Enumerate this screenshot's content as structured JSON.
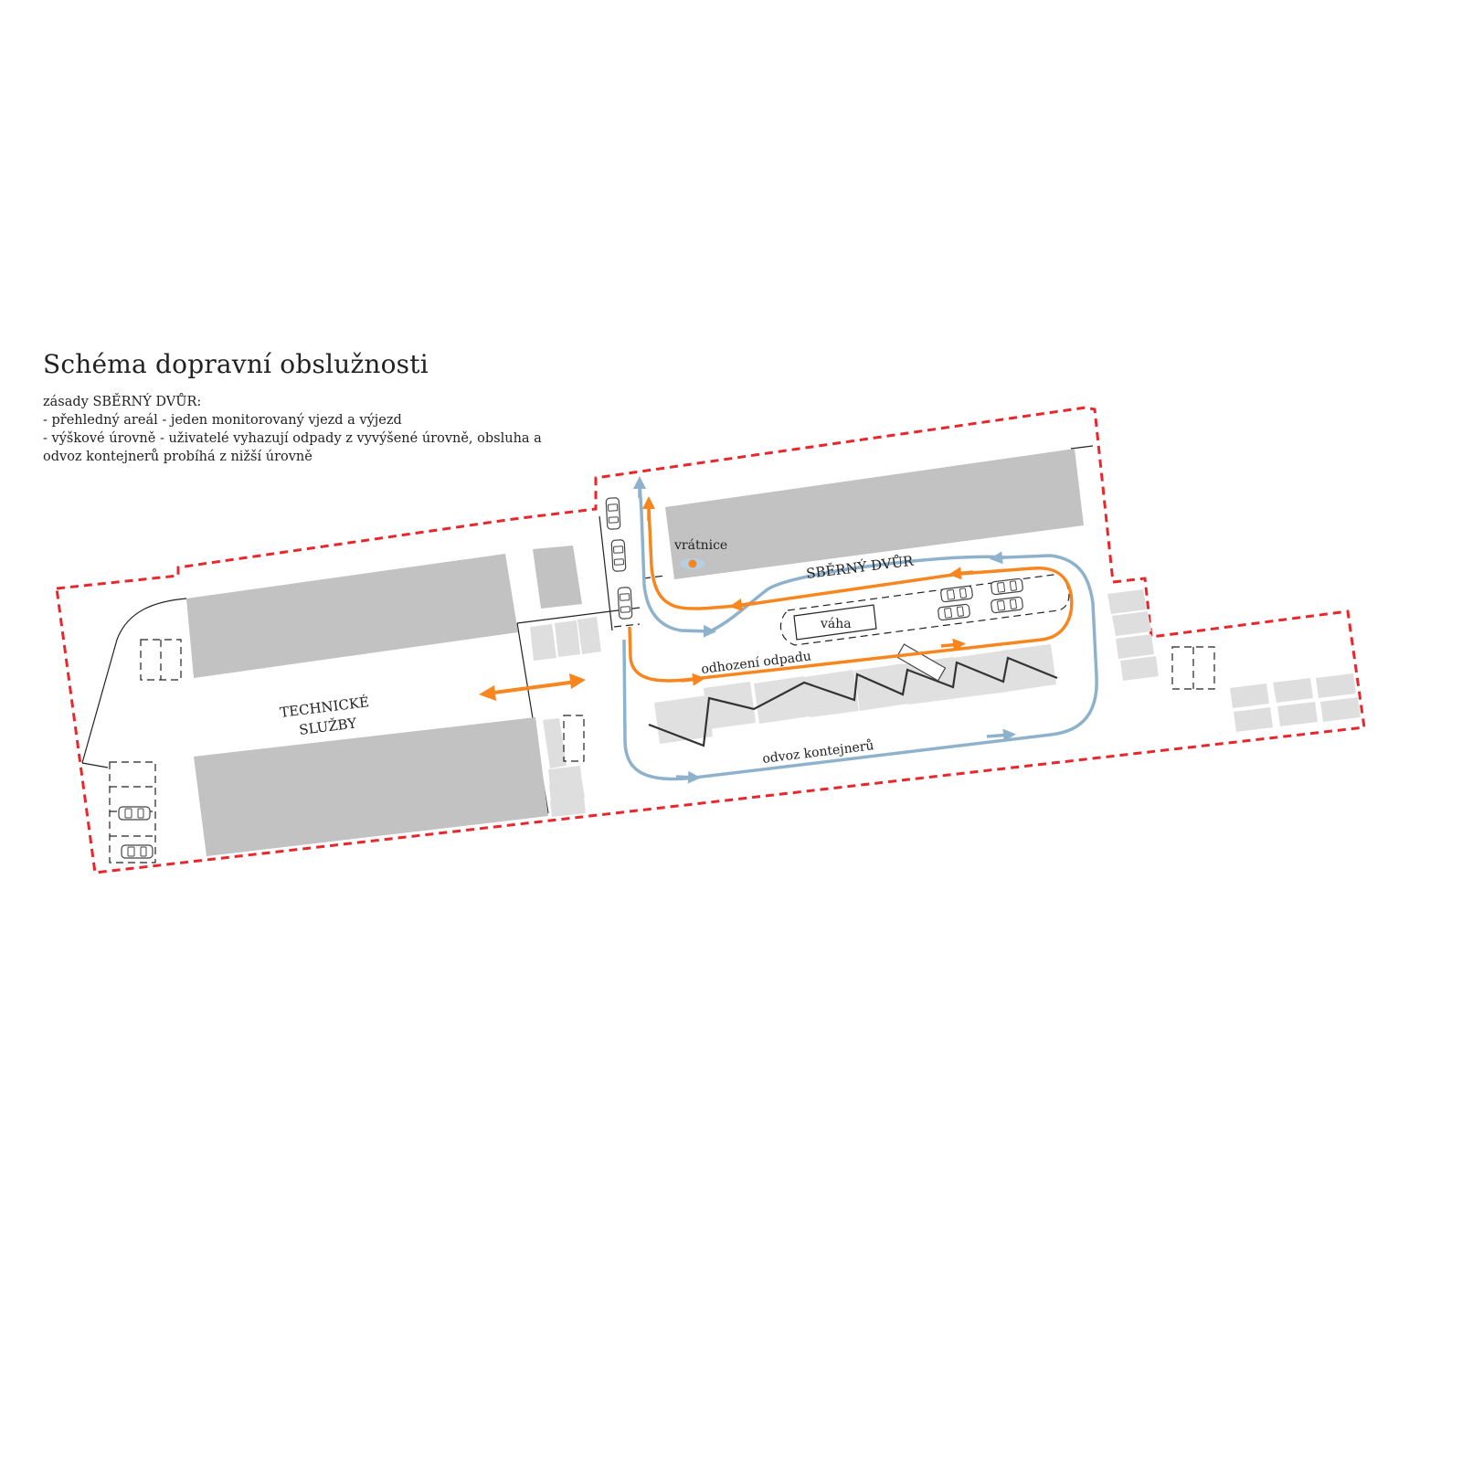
{
  "title": "Schéma dopravní obslužnosti",
  "notes": [
    "zásady SBĚRNÝ DVŮR:",
    "- přehledný areál - jeden monitorovaný vjezd a výjezd",
    "- výškové úrovně - uživatelé vyhazují odpady z vyvýšené úrovně, obsluha a",
    "odvoz kontejnerů probíhá z nižší úrovně"
  ],
  "labels": {
    "technical_services_line1": "TECHNICKÉ",
    "technical_services_line2": "SLUŽBY",
    "collection_yard": "SBĚRNÝ DVŮR",
    "gatehouse": "vrátnice",
    "scale": "váha",
    "waste_drop_route": "odhození odpadu",
    "container_removal_route": "odvoz kontejnerů"
  },
  "colors": {
    "boundary": "#e8262b",
    "building": "#c2c2c2",
    "parking_pad": "#dedede",
    "user_route": "#f7861f",
    "service_route": "#8fb2cc"
  }
}
